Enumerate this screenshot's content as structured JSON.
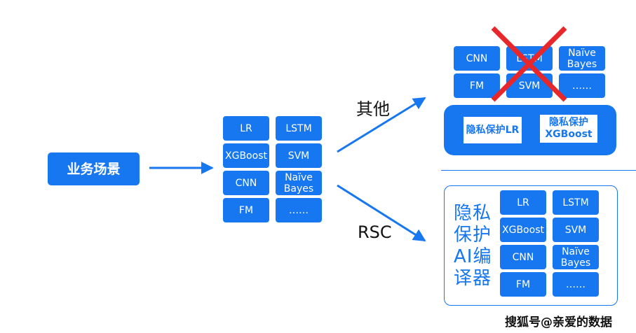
{
  "colors": {
    "primary": "#1677f0",
    "cross": "#e8272b",
    "text": "#111111"
  },
  "scenario_label": "业务场景",
  "left_models": [
    "LR",
    "LSTM",
    "XGBoost",
    "SVM",
    "CNN",
    "Naïve\nBayes",
    "FM",
    "……"
  ],
  "path_labels": {
    "other": "其他",
    "rsc": "RSC"
  },
  "top_models": [
    "CNN",
    "LSTM",
    "Naïve\nBayes",
    "FM",
    "SVM",
    "……"
  ],
  "privacy_cards": [
    "隐私保护LR",
    "隐私保护\nXGBoost"
  ],
  "compiler_title": "隐私\n保护\nAI编\n译器",
  "bottom_models": [
    "LR",
    "LSTM",
    "XGBoost",
    "SVM",
    "CNN",
    "Naïve\nBayes",
    "FM",
    "……"
  ],
  "watermark": "搜狐号@亲爱的数据",
  "icons": {
    "cross": "cross-icon",
    "arrow": "arrow-icon"
  }
}
